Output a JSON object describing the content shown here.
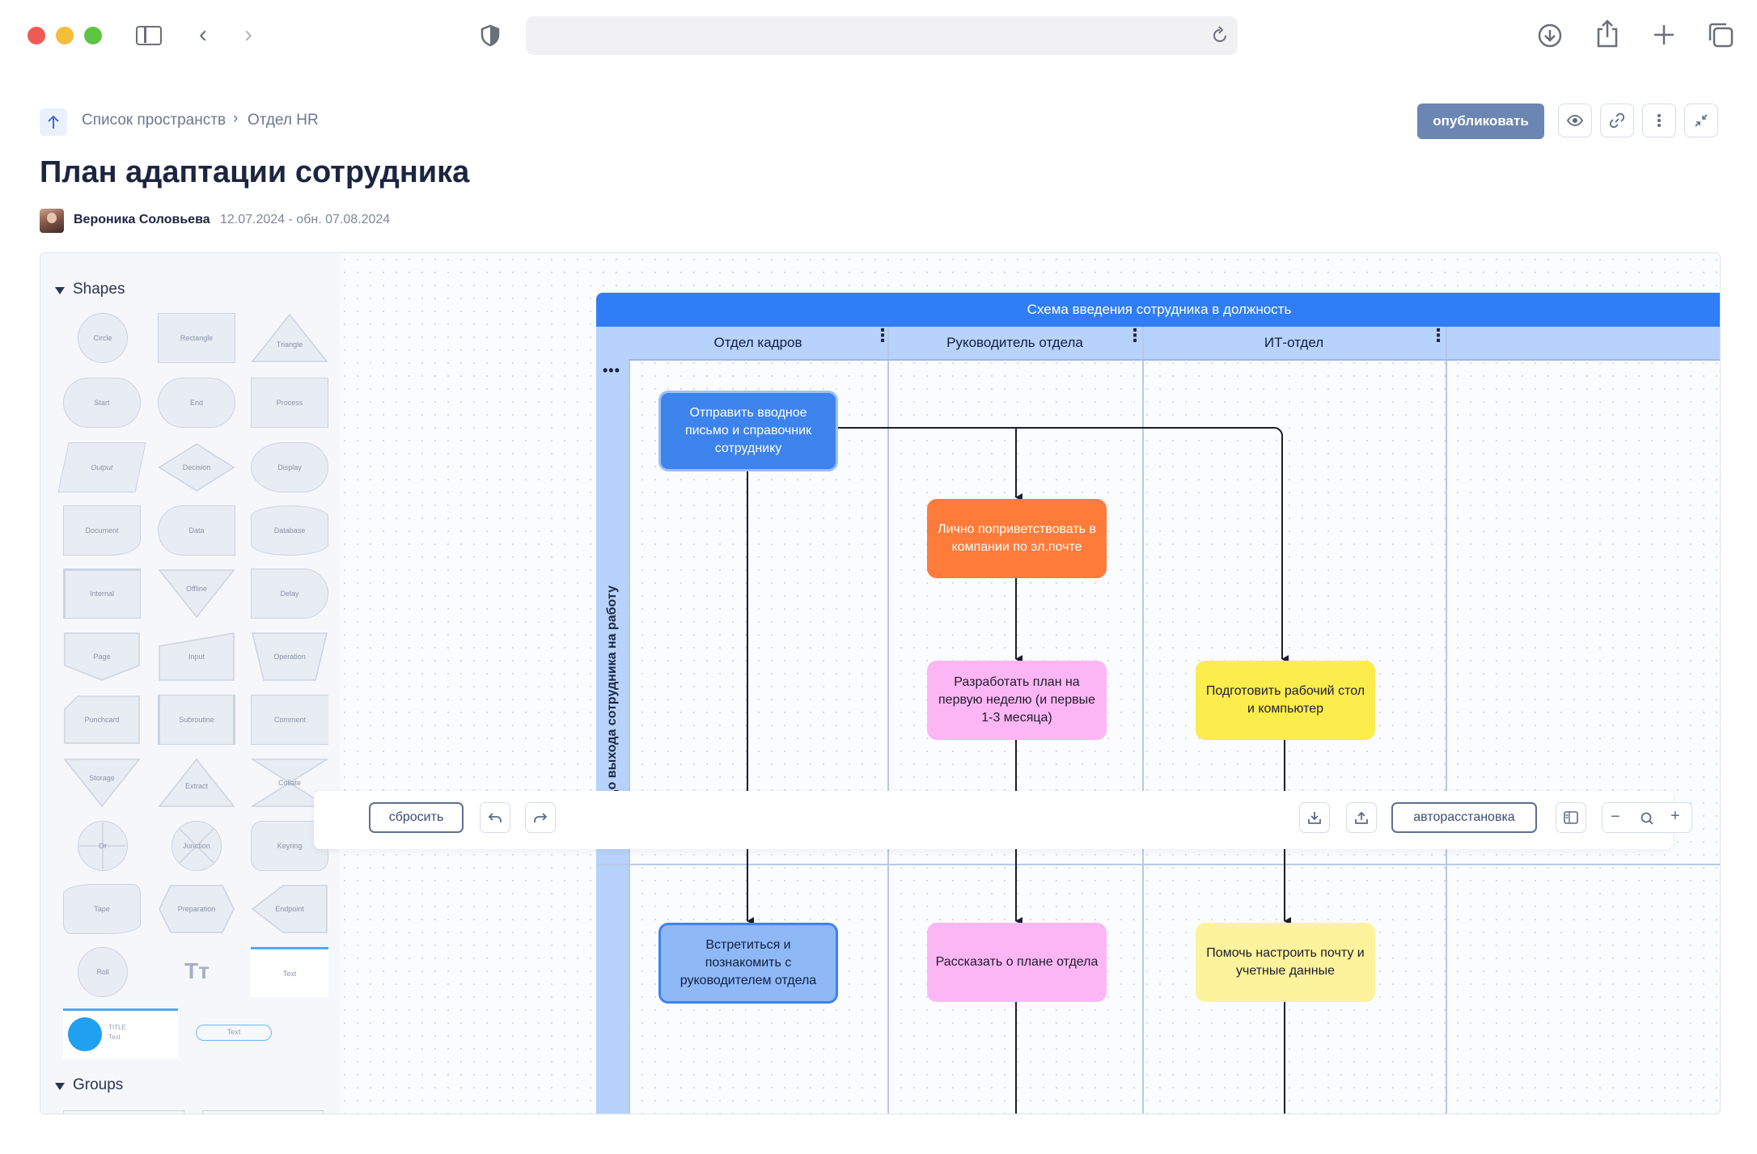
{
  "breadcrumb": {
    "items": [
      "Список пространств",
      "Отдел HR"
    ],
    "separator": "›"
  },
  "page": {
    "title": "План адаптации сотрудника",
    "author": "Вероника Соловьева",
    "dates": "12.07.2024 - обн. 07.08.2024"
  },
  "toolbar": {
    "publish_label": "опубликовать"
  },
  "palette": {
    "shapes_header": "Shapes",
    "groups_header": "Groups",
    "shapes": [
      "Circle",
      "Rectangle",
      "Triangle",
      "Start",
      "End",
      "Process",
      "Output",
      "Decision",
      "Display",
      "Document",
      "Data",
      "Database",
      "Internal",
      "Offline",
      "Delay",
      "Page",
      "Input",
      "Operation",
      "Punchcard",
      "Subroutine",
      "Comment",
      "Storage",
      "Extract",
      "Collate",
      "Or",
      "Junction",
      "Keyring",
      "Tape",
      "Preparation",
      "Endpoint",
      "Roll",
      "Tт",
      "Text"
    ],
    "card_title": "TITLE",
    "card_text": "Text",
    "pill_text": "Text"
  },
  "diagram": {
    "pool_title": "Схема введения сотрудника в должность",
    "lanes": [
      "Отдел кадров",
      "Руководитель отдела",
      "ИТ-отдел"
    ],
    "phase": "До выхода сотрудника на работу",
    "nodes": {
      "n1": "Отправить вводное письмо и справочник сотруднику",
      "n2": "Лично поприветствовать в компании по эл.почте",
      "n3": "Разработать план на первую неделю (и первые 1-3 месяца)",
      "n4": "Подготовить рабочий стол и компьютер",
      "n5": "Встретиться и познакомить с руководителем отдела",
      "n6": "Рассказать о плане отдела",
      "n7": "Помочь настроить почту и учетные данные"
    },
    "colors": {
      "pool": "#2f7ef5",
      "lane_header": "#b7d2fb",
      "orange": "#ff7b3a",
      "pink": "#fdb6f4",
      "yellow": "#fcec4c"
    }
  },
  "bottom_toolbar": {
    "reset_label": "сбросить",
    "autolayout_label": "авторасстановка"
  }
}
